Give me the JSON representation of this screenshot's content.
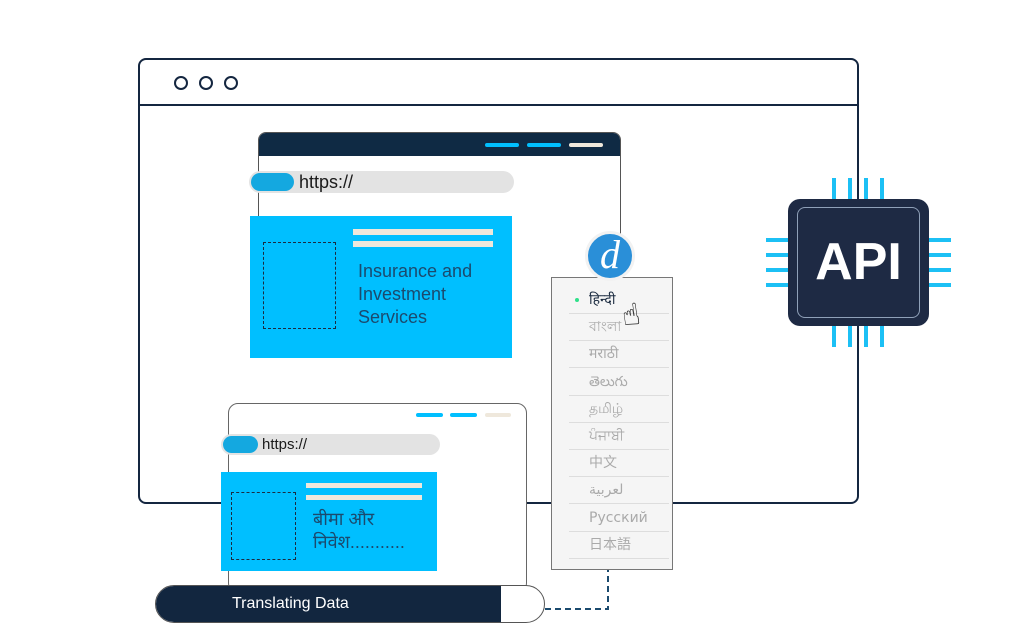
{
  "browser_main": {
    "dots": 3
  },
  "browser_en": {
    "url": "https://",
    "card_text": [
      "Insurance and",
      "Investment",
      "Services"
    ]
  },
  "browser_hi": {
    "url": "https://",
    "card_text": [
      "बीमा और",
      "निवेश..........."
    ]
  },
  "progress": {
    "label": "Translating Data",
    "fraction": 0.89
  },
  "language_menu": {
    "selected": "हिन्दी",
    "items": [
      "हिन्दी",
      "বাংলা",
      "मराठी",
      "తెలుగు",
      "தமிழ்",
      "ਪੰਜਾਬੀ",
      "中文",
      "لعربية",
      "Русский",
      "日本語"
    ]
  },
  "logo": {
    "letter": "d"
  },
  "chip": {
    "label": "API"
  },
  "colors": {
    "navy": "#142640",
    "cyan": "#00bfff",
    "chip": "#1e2a44"
  }
}
